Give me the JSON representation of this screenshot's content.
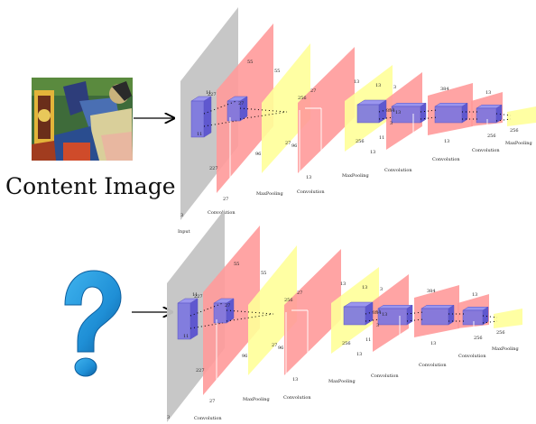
{
  "content_label": "Content Image",
  "query_icon": "question-mark-icon",
  "networks": [
    {
      "id": "top",
      "layer_labels": [
        "Input",
        "Convolution",
        "MaxPooling",
        "Convolution",
        "MaxPooling",
        "Convolution",
        "Convolution",
        "Convolution",
        "MaxPooling"
      ],
      "dims": [
        "227",
        "227",
        "3",
        "11",
        "11",
        "55",
        "55",
        "96",
        "27",
        "27",
        "96",
        "27",
        "27",
        "256",
        "13",
        "13",
        "256",
        "13",
        "11",
        "3",
        "3",
        "384",
        "13",
        "13",
        "384",
        "13",
        "13",
        "256",
        "256"
      ]
    },
    {
      "id": "bottom",
      "layer_labels": [
        "Input",
        "Convolution",
        "MaxPooling",
        "Convolution",
        "MaxPooling",
        "Convolution",
        "Convolution",
        "Convolution",
        "MaxPooling"
      ],
      "dims": [
        "227",
        "227",
        "3",
        "11",
        "11",
        "55",
        "55",
        "96",
        "27",
        "27",
        "96",
        "27",
        "27",
        "256",
        "13",
        "13",
        "256",
        "13",
        "11",
        "3",
        "3",
        "384",
        "13",
        "13",
        "384",
        "13",
        "13",
        "256",
        "256"
      ]
    }
  ],
  "colors": {
    "input": "#c4c4c4",
    "conv": "#ff9a9a",
    "pool": "#ffff99",
    "filter": "#7a74e0",
    "question": "#1f8fd6"
  }
}
